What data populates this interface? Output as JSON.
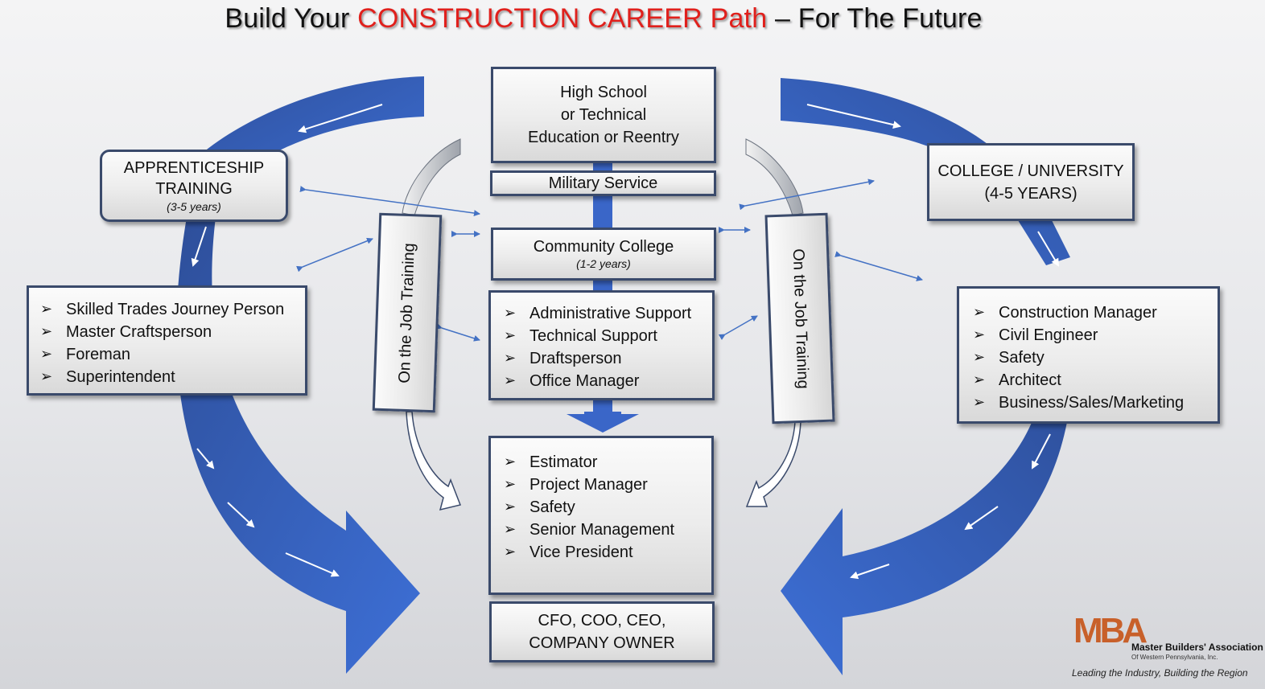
{
  "title": {
    "prefix": "Build Your ",
    "highlight": "CONSTRUCTION CAREER Path",
    "suffix": " – For The Future",
    "highlight_color": "#e0201c"
  },
  "colors": {
    "arrow_blue": "#2f5fc4",
    "box_border": "#3a4a6b",
    "connector_blue": "#4472c4"
  },
  "boxes": {
    "high_school": {
      "lines": [
        "High School",
        "or Technical",
        "Education or Reentry"
      ]
    },
    "military": {
      "label": "Military Service"
    },
    "community_college": {
      "label": "Community College",
      "note": "(1-2 years)"
    },
    "apprenticeship": {
      "lines": [
        "APPRENTICESHIP",
        "TRAINING"
      ],
      "note": "(3-5 years)"
    },
    "college": {
      "lines": [
        "COLLEGE / UNIVERSITY",
        "(4-5 YEARS)"
      ]
    },
    "trades": {
      "items": [
        "Skilled Trades Journey Person",
        "Master Craftsperson",
        "Foreman",
        "Superintendent"
      ]
    },
    "support": {
      "items": [
        "Administrative Support",
        "Technical Support",
        "Draftsperson",
        "Office Manager"
      ]
    },
    "professional": {
      "items": [
        "Construction Manager",
        "Civil Engineer",
        "Safety",
        "Architect",
        "Business/Sales/Marketing"
      ]
    },
    "management": {
      "items": [
        "Estimator",
        "Project Manager",
        "Safety",
        "Senior Management",
        "Vice President"
      ]
    },
    "executive": {
      "lines": [
        "CFO, COO, CEO,",
        "COMPANY OWNER"
      ]
    }
  },
  "ojt": {
    "left": "On the Job Training",
    "right": "On the Job Training"
  },
  "logo": {
    "mark": "MBA",
    "name": "Master Builders' Association",
    "sub": "Of Western Pennsylvania, Inc.",
    "tagline": "Leading  the Industry, Building the Region"
  }
}
